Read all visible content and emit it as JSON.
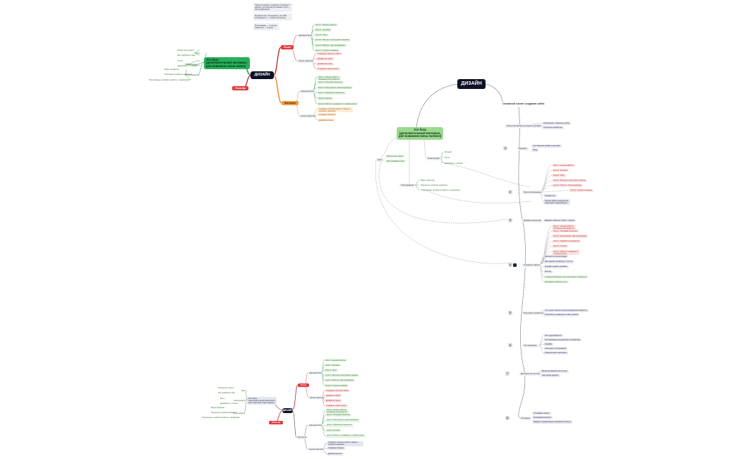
{
  "left_map": {
    "root": "ДИЗАЙН",
    "base": "Это база\n(дополнительный материал,\nдля новичков очень важен)",
    "logos": "Логос",
    "palette": "Палитра",
    "mockup": "Фотошоп",
    "notes": [
      "Таким генераю словами описание к фразе, где авторство явная и есть расшифровкой",
      "Первый шаг: методично, на сайт. Основные 5 — самостоятельно",
      "Программа — 4 урока,\nпрактика — 8 урок"
    ],
    "base_left": [
      {
        "label": "Цвет",
        "items": [
          "Психология цвета",
          "Как подбирать цвет"
        ]
      },
      {
        "label": "Композиция",
        "items": [
          "Ритм",
          "Динамика и статика"
        ]
      },
      {
        "label": "Типографика",
        "items": [
          "Виды шрифтов",
          "Принципы подбора шрифтов",
          "Популярные ошибки в работе с шрифтами"
        ]
      }
    ],
    "logo_group1": "сквозной блок",
    "logo_items1": [
      "Урок 1. Начало работы",
      "Урок 2. Хроника",
      "Урок 3. Текст",
      "Урок 4. Фигуры и инструмент формы",
      "Урок 5. Работа с фотографиями",
      "Урок 6. Горячие клавиши"
    ],
    "logo_group2": "месяц практики",
    "logo_items2": [
      "Создание простого сайта",
      "Дизайн из сайта",
      "Дизайн витрины",
      "Создание промо-кейса"
    ],
    "mock_group1": "сквозной блок",
    "mock_items1": [
      "Урок 1. Начало работы.\nОсновные инструменты",
      "Урок 2. Обтравка объектов",
      "Урок 3. Инструменты цветокоррекции",
      "Урок 4. Обработка скриншота",
      "Урок 5. Коллаж",
      "Урок 6. Работа с графикой и с нейросетями"
    ],
    "mock_group2": "месяц практики",
    "mock_items2": [
      "Создание обложки нового товара в интернет-магазине",
      "Создание баннера",
      "Дизайн витрины"
    ]
  },
  "right_map": {
    "root": "ДИЗАЙН",
    "subtitle": "Основной скелет создания сайта",
    "base": "Это база\n(дополнительный материал,\nдля новичков очень полезен)",
    "base_color": "Цвет",
    "base_color_items": [
      "Психология цвета",
      "Как подбирать цвет"
    ],
    "base_comp": "Композиция",
    "base_comp_items": [
      "Модули",
      "Ритм",
      "Динамика и статика"
    ],
    "base_typo": "Типографика",
    "base_typo_items": [
      "Виды шрифтов",
      "Принципы подбора шрифтов",
      "Популярные ошибки в работе с шрифтами"
    ],
    "steps": [
      {
        "num": "",
        "label": "Ориентирование на сервис дизайна",
        "items": [
          "Упражнение: гамильтон сайта",
          "Алгоритм разработки"
        ]
      },
      {
        "num": "1",
        "label": "Брифинг",
        "items": [
          "Составление брифа и дорожки",
          "План"
        ]
      },
      {
        "num": "2",
        "label": "Прототипирование",
        "items": [
          "Урок 1. Начало работы",
          "Урок 2. Хроника",
          "Урок 3. Текст",
          "Урок 4. Фигуры и инструмент формы",
          "Урок 5. Работа с фотографиями",
          "Урок 6. Горячие клавиши",
          "Онлайн-тур",
          "Анализ сайта конкурентов,\nзарисовка и вдохновение"
        ]
      },
      {
        "num": "3",
        "label": "Дизайн-концепция",
        "items": [
          "Вариант палитры / фонт / лучшее"
        ]
      },
      {
        "num": "4",
        "label": "Создание макета",
        "items": [
          "Урок 1. Начало работы.\nОсновные инструменты",
          "Урок 2. Обтравка объектов",
          "Урок 3. Инструменты цветокоррекции",
          "Урок 4. Обработка скриншота",
          "Урок 5. Коллаж",
          "Урок 6. Работа с графикой и\nс нейросетями",
          "Фотошоп и иллюстрации",
          "Как перейти на Фигму и что это",
          "Ошибки первого дизайна",
          "Мок-ап",
          "Создание баннера и интерактивных элементов",
          "Анимации в фигме (4 ур.)"
        ]
      },
      {
        "num": "5",
        "label": "Передача на вёрстку",
        "items": [
          "Что нужно сделать перед передачей на вёрстку",
          "Описание и проверка готового макета"
        ]
      },
      {
        "num": "6",
        "label": "Тестирование",
        "items": [
          "Тест адаптивности",
          "Тестирование на реальных устройствах",
          "Ошибки",
          "Описание тестирования",
          "Подключение аналитики"
        ]
      },
      {
        "num": "7",
        "label": "Выгрузка на хостинг",
        "items": [
          "Выгрузка файлов на хостинг",
          "Настройка домена"
        ]
      },
      {
        "num": "8",
        "label": "Отправка",
        "items": [
          "Отправка клиенту",
          "Итоговый результат",
          "Подача и презентация портфолио клиенту"
        ]
      }
    ]
  },
  "bottom_map": {
    "root": "ДИЗАЙН",
    "base": "Это база\n(дополнительный материал,\nдля новичков очень важен)",
    "logos": "Логос",
    "palette": "Палитра",
    "mockup": "Фотошоп"
  },
  "colors": {
    "root": "#0e1026",
    "base": "#27b05b",
    "red": "#e23a3a",
    "orange": "#f39a3e",
    "line": "#2b2b2b"
  }
}
